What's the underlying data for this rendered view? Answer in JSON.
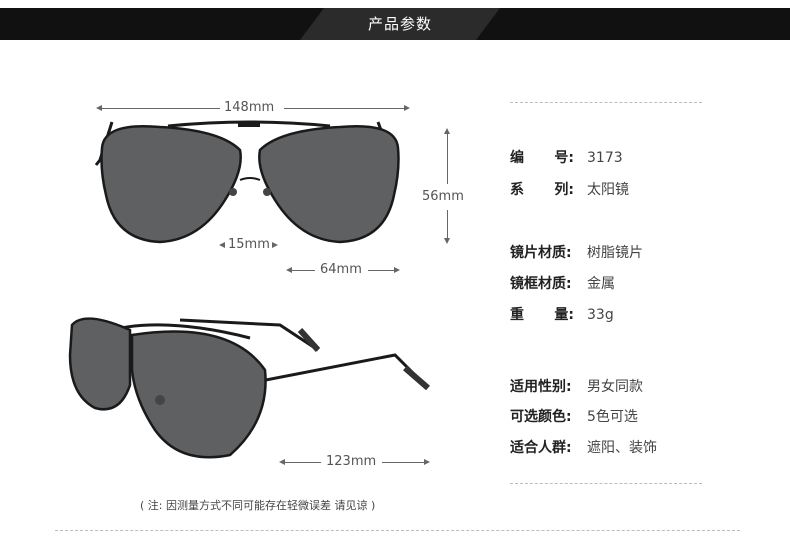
{
  "header": {
    "title": "产品参数"
  },
  "dimensions": {
    "width": "148mm",
    "height": "56mm",
    "bridge": "15mm",
    "lens_width": "64mm",
    "temple": "123mm"
  },
  "specs": [
    {
      "key": "编号",
      "key_chars": [
        "编",
        "号"
      ],
      "colon": ":",
      "value": "3173"
    },
    {
      "key": "系列",
      "key_chars": [
        "系",
        "列"
      ],
      "colon": ":",
      "value": "太阳镜"
    },
    {
      "key": "镜片材质:",
      "value": "树脂镜片"
    },
    {
      "key": "镜框材质:",
      "value": "金属"
    },
    {
      "key": "重量",
      "key_chars": [
        "重",
        "量"
      ],
      "colon": ":",
      "value": "33g"
    },
    {
      "key": "适用性别:",
      "value": "男女同款"
    },
    {
      "key": "可选颜色:",
      "value": "5色可选"
    },
    {
      "key": "适合人群:",
      "value": "遮阳、装饰"
    }
  ],
  "note": "( 注: 因测量方式不同可能存在轻微误差 请见谅 )",
  "colors": {
    "header_bg": "#111111",
    "lens": "#5e6062",
    "frame": "#1a1a1a"
  },
  "icons": {
    "front_view": "aviator-sunglasses-front-image",
    "side_view": "aviator-sunglasses-angled-image"
  }
}
